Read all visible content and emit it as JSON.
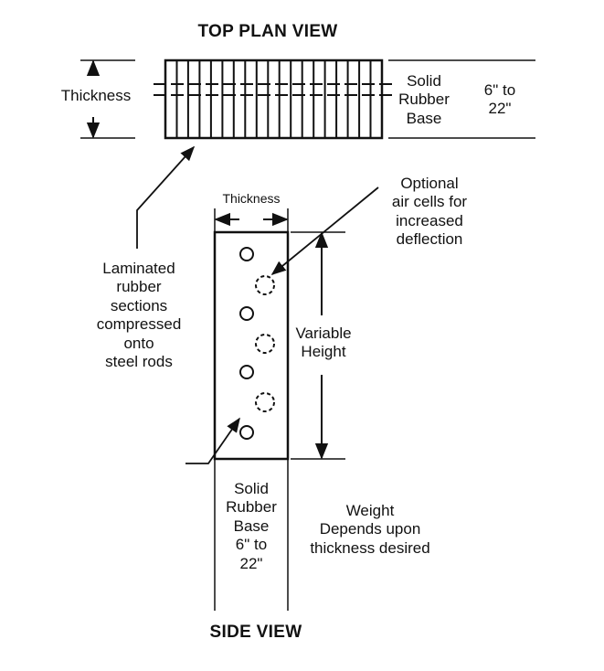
{
  "top_view": {
    "title": "TOP PLAN VIEW",
    "thickness_label": "Thickness",
    "base_label": "Solid\nRubber\nBase",
    "size_label": "6\" to\n22\""
  },
  "side_view": {
    "title": "SIDE VIEW",
    "thickness_label": "Thickness",
    "base_label": "Solid\nRubber\nBase\n6\" to\n22\"",
    "height_label": "Variable\nHeight",
    "weight_label": "Weight\nDepends upon\nthickness desired"
  },
  "callouts": {
    "laminated": "Laminated\nrubber\nsections\ncompressed\nonto\nsteel rods",
    "air_cells": "Optional\nair cells for\nincreased\ndeflection"
  },
  "colors": {
    "ink": "#111111",
    "background": "#ffffff"
  }
}
